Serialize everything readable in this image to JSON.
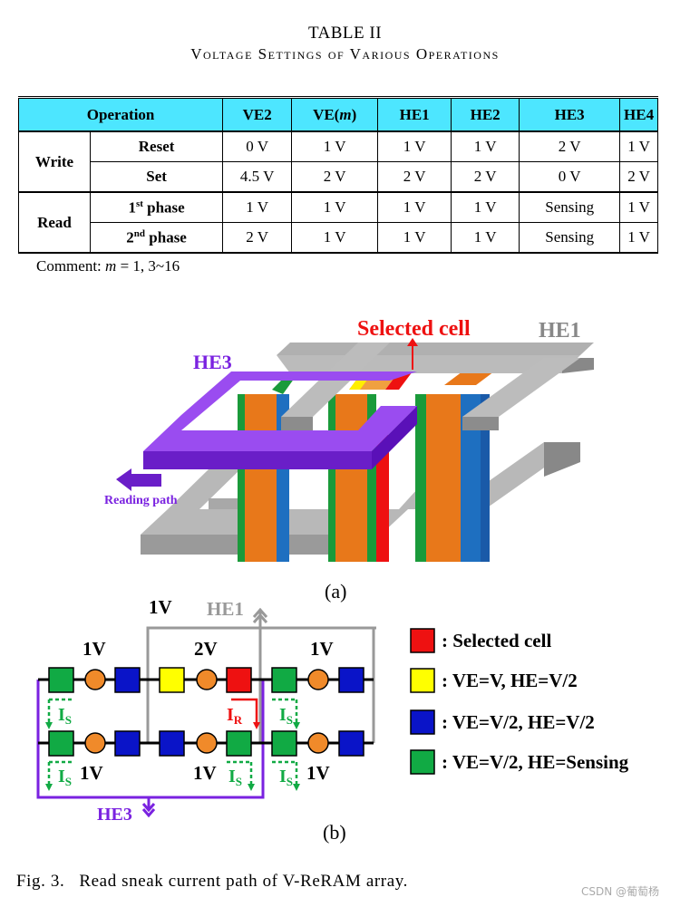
{
  "table": {
    "title": "TABLE II",
    "caption": "Voltage Settings of Various Operations",
    "headers": [
      "Operation",
      "VE2",
      "VE(m)",
      "HE1",
      "HE2",
      "HE3",
      "HE4"
    ],
    "groups": [
      {
        "name": "Write",
        "rows": [
          {
            "sub": "Reset",
            "values": [
              "0 V",
              "1 V",
              "1 V",
              "1 V",
              "2 V",
              "1 V"
            ]
          },
          {
            "sub": "Set",
            "values": [
              "4.5 V",
              "2 V",
              "2 V",
              "2 V",
              "0 V",
              "2 V"
            ]
          }
        ]
      },
      {
        "name": "Read",
        "rows": [
          {
            "sub_base": "1",
            "sub_sup": "st",
            "sub_rest": " phase",
            "values": [
              "1 V",
              "1 V",
              "1 V",
              "1 V",
              "Sensing",
              "1 V"
            ]
          },
          {
            "sub_base": "2",
            "sub_sup": "nd",
            "sub_rest": " phase",
            "values": [
              "2 V",
              "1 V",
              "1 V",
              "1 V",
              "Sensing",
              "1 V"
            ]
          }
        ]
      }
    ],
    "comment_prefix": "Comment: ",
    "comment_var": "m",
    "comment_rest": " = 1, 3~16"
  },
  "figure_a": {
    "label": "(a)",
    "selected_cell_label": "Selected cell",
    "he1_label": "HE1",
    "he3_label": "HE3",
    "reading_path_label": "Reading path"
  },
  "figure_b": {
    "label": "(b)",
    "top_voltage": "1V",
    "he1_label": "HE1",
    "he3_label": "HE3",
    "v_top_left": "1V",
    "v_top_mid": "2V",
    "v_top_right": "1V",
    "v_bot_left": "1V",
    "v_bot_mid": "1V",
    "v_bot_right": "1V",
    "is_label": "I",
    "is_sub": "S",
    "ir_label": "I",
    "ir_sub": "R",
    "legend": [
      {
        "color": "#ee1111",
        "text": ": Selected cell"
      },
      {
        "color": "#ffff00",
        "text": ": VE=V, HE=V/2"
      },
      {
        "color": "#0a14c8",
        "text": ": VE=V/2, HE=V/2"
      },
      {
        "color": "#11aa44",
        "text": ": VE=V/2, HE=Sensing"
      }
    ]
  },
  "caption": {
    "fig_num": "Fig. 3.",
    "text": "Read sneak current path of V-ReRAM array."
  },
  "watermark": "CSDN @葡萄杨",
  "colors": {
    "header_bg": "#4de6ff",
    "he3_purple": "#7a22e0",
    "he1_gray": "#888888",
    "selected_red": "#ee1111",
    "sensing_green": "#11aa44",
    "orange": "#f08a2a"
  }
}
